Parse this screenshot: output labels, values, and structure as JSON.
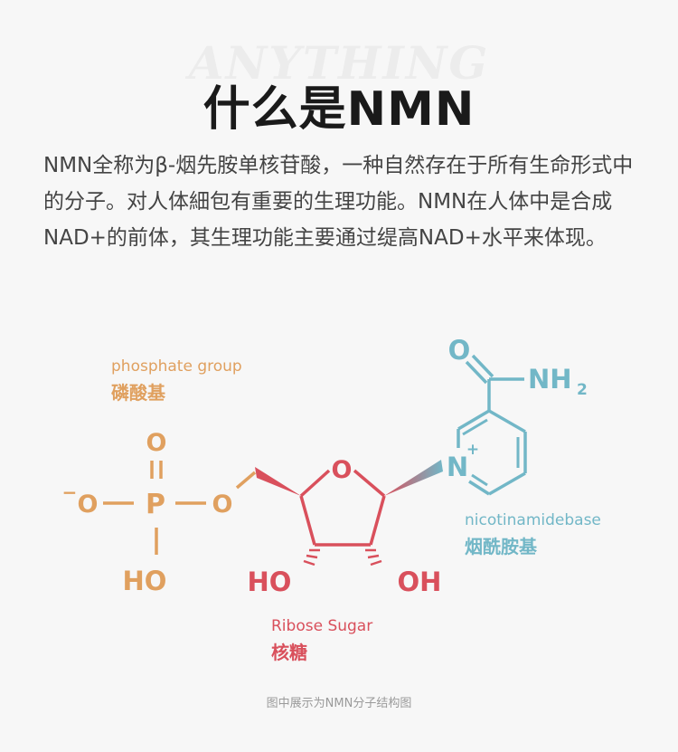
{
  "watermark": "ANYTHING",
  "title": "什么是NMN",
  "intro": "NMN全称为β-烟先胺单核苷酸，一种自然存在于所有生命形式中的分子。对人体細包有重要的生理功能。NMN在人体中是合成NAD+的前体，其生理功能主要通过缇高NAD+水平来体现。",
  "diagram": {
    "phosphate": {
      "label_en": "phosphate group",
      "label_cn": "磷酸基",
      "color": "#e0a05f"
    },
    "ribose": {
      "label_en": "Ribose Sugar",
      "label_cn": "核糖",
      "color": "#d9505c"
    },
    "nicotinamide": {
      "label_en": "nicotinamidebase",
      "label_cn": "烟酰胺基",
      "color": "#72b7c7"
    },
    "atoms": {
      "o_top": "O",
      "o_minus": "O",
      "minus_sign": "−",
      "p": "P",
      "o_bridge": "O",
      "ho_phosphate": "HO",
      "o_ring": "O",
      "ho_left": "HO",
      "oh_right": "OH",
      "n_ring": "N",
      "plus": "+",
      "o_amide": "O",
      "nh": "NH",
      "sub2": "2"
    }
  },
  "caption": "图中展示为NMN分子结构图"
}
